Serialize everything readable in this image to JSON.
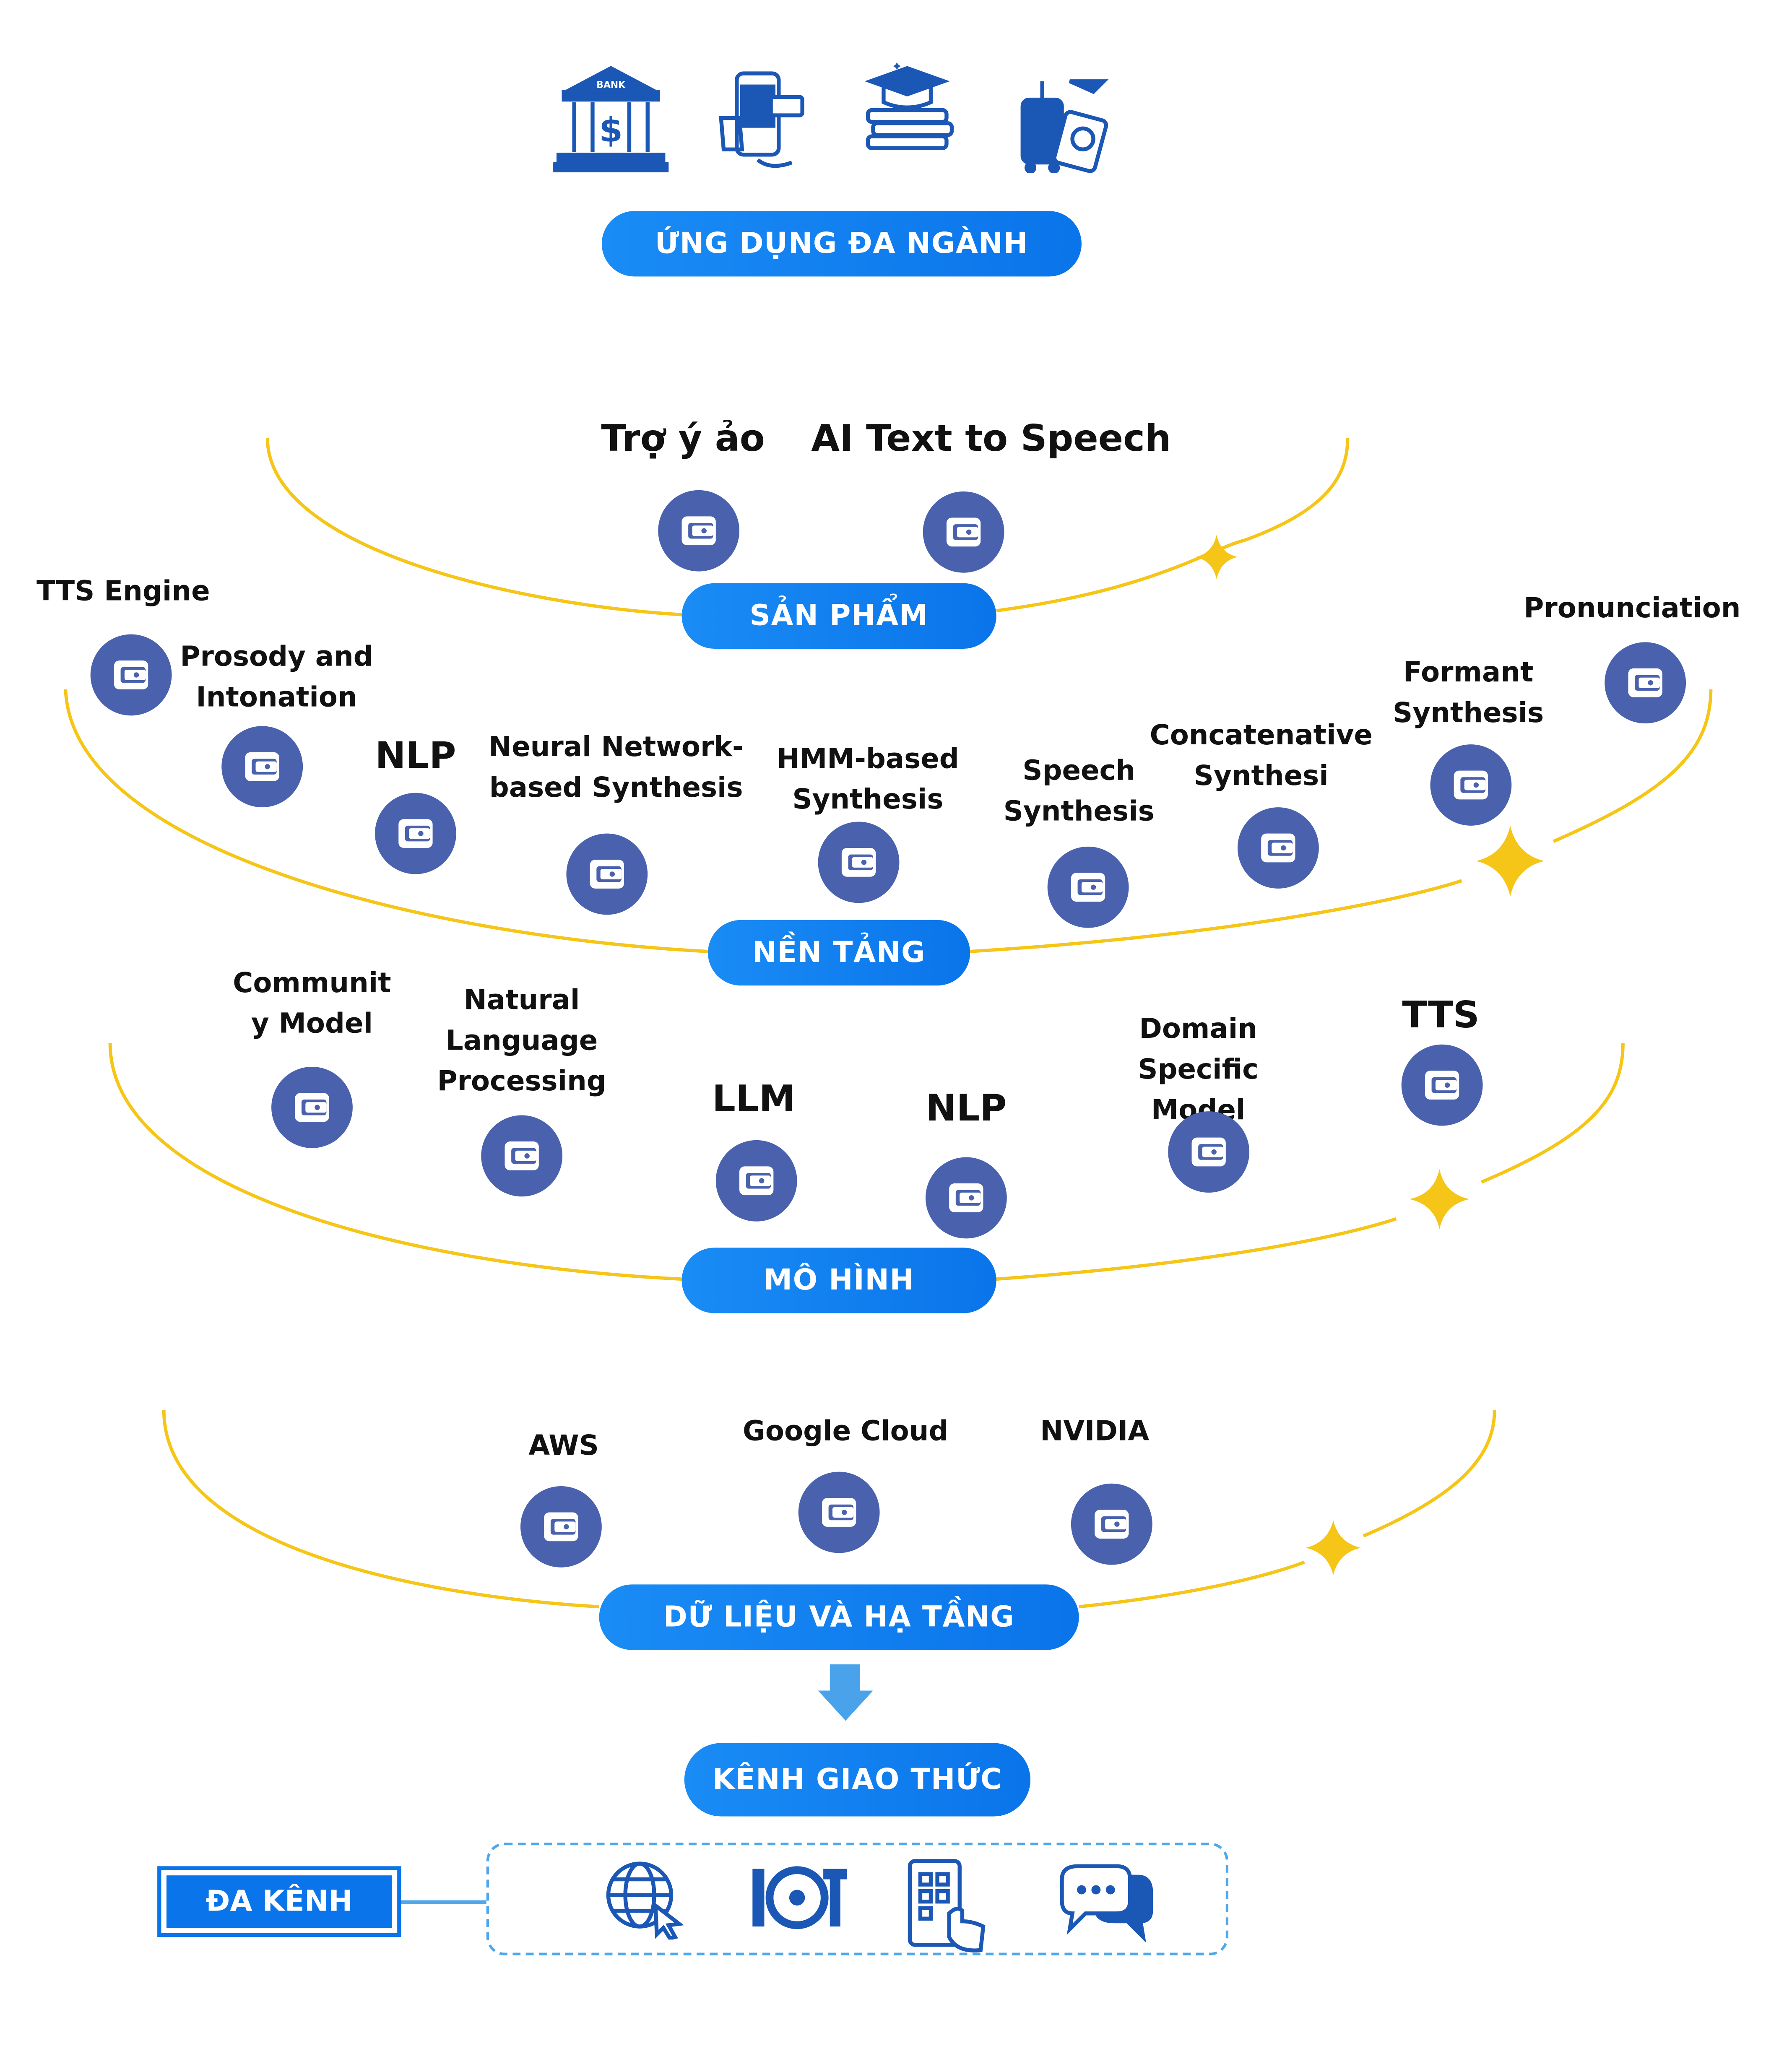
{
  "top_banner": {
    "label": "ỨNG DỤNG ĐA NGÀNH",
    "icons": [
      "bank-icon",
      "mobile-shopping-icon",
      "education-books-icon",
      "travel-luggage-icon"
    ]
  },
  "layers": [
    {
      "title": "SẢN PHẨM",
      "items": [
        {
          "label": "Trợ ý ảo"
        },
        {
          "label": "AI Text to Speech"
        }
      ]
    },
    {
      "title": "NỀN TẢNG",
      "items": [
        {
          "label": "TTS Engine"
        },
        {
          "label": "Prosody and\nIntonation"
        },
        {
          "label": "NLP"
        },
        {
          "label": "Neural Network-\nbased Synthesis"
        },
        {
          "label": "HMM-based\nSynthesis"
        },
        {
          "label": "Speech\nSynthesis"
        },
        {
          "label": "Concatenative\nSynthesi"
        },
        {
          "label": "Formant\nSynthesis"
        },
        {
          "label": "Pronunciation"
        }
      ]
    },
    {
      "title": "MÔ HÌNH",
      "items": [
        {
          "label": "Communit\ny Model"
        },
        {
          "label": "Natural\nLanguage\nProcessing"
        },
        {
          "label": "LLM"
        },
        {
          "label": "NLP"
        },
        {
          "label": "Domain\nSpecific\nModel"
        },
        {
          "label": "TTS"
        }
      ]
    },
    {
      "title": "DỮ LIỆU VÀ HẠ TẦNG",
      "items": [
        {
          "label": "AWS"
        },
        {
          "label": "Google Cloud"
        },
        {
          "label": "NVIDIA"
        }
      ]
    }
  ],
  "protocol_channel": {
    "label": "KÊNH GIAO THỨC"
  },
  "multi_channel": {
    "label": "ĐA KÊNH",
    "icons": [
      "web-globe-icon",
      "iot-icon",
      "mobile-app-icon",
      "chat-bubbles-icon"
    ]
  },
  "colors": {
    "pill_blue": "#0a74ea",
    "node_blue": "#4a62ad",
    "curve_yellow": "#f5c518",
    "icon_blue": "#1b57b5",
    "dashed_border": "#4fa7ea"
  }
}
